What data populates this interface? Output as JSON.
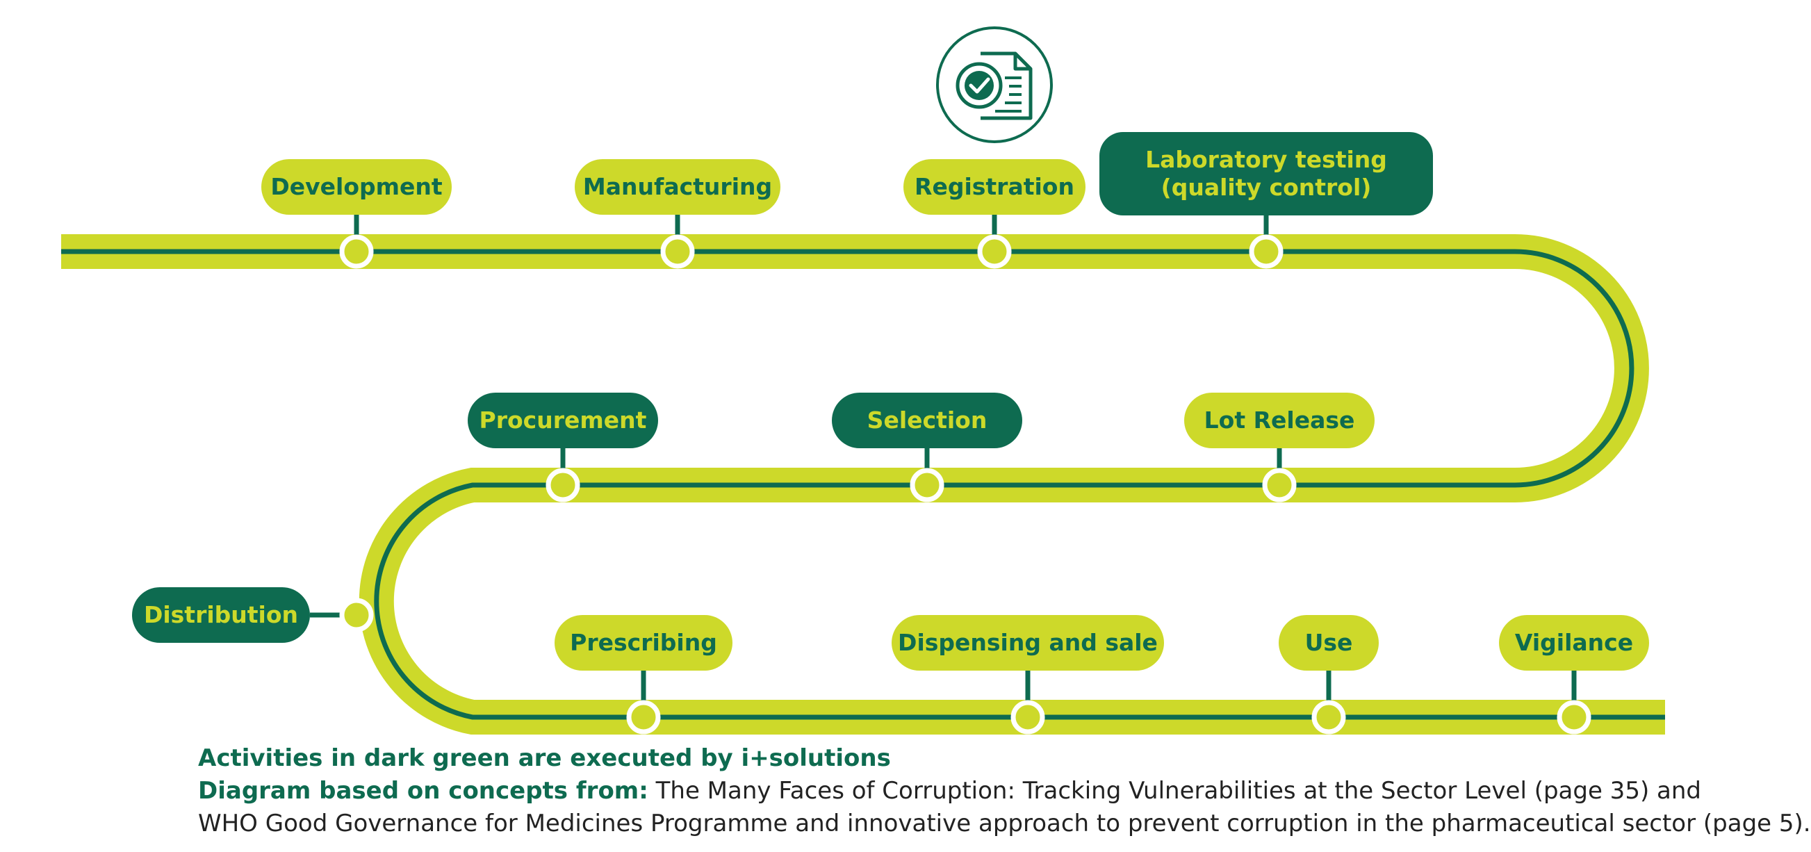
{
  "colors": {
    "dark_green": "#0e6b50",
    "lime": "#cdd92a",
    "white": "#ffffff"
  },
  "icon": {
    "name": "document-check-icon"
  },
  "stages": [
    {
      "id": "development",
      "label": "Development",
      "executed_by_isolutions": false
    },
    {
      "id": "manufacturing",
      "label": "Manufacturing",
      "executed_by_isolutions": false
    },
    {
      "id": "registration",
      "label": "Registration",
      "executed_by_isolutions": false
    },
    {
      "id": "laboratory-testing",
      "label": "Laboratory testing (quality control)",
      "lines": [
        "Laboratory testing",
        "(quality control)"
      ],
      "executed_by_isolutions": true
    },
    {
      "id": "lot-release",
      "label": "Lot Release",
      "executed_by_isolutions": false
    },
    {
      "id": "selection",
      "label": "Selection",
      "executed_by_isolutions": true
    },
    {
      "id": "procurement",
      "label": "Procurement",
      "executed_by_isolutions": true
    },
    {
      "id": "distribution",
      "label": "Distribution",
      "executed_by_isolutions": true
    },
    {
      "id": "prescribing",
      "label": "Prescribing",
      "executed_by_isolutions": false
    },
    {
      "id": "dispensing-and-sale",
      "label": "Dispensing and sale",
      "executed_by_isolutions": false
    },
    {
      "id": "use",
      "label": "Use",
      "executed_by_isolutions": false
    },
    {
      "id": "vigilance",
      "label": "Vigilance",
      "executed_by_isolutions": false
    }
  ],
  "notes": {
    "legend": "Activities in dark green are executed by i+solutions",
    "source_label": "Diagram based on concepts from:",
    "source_line1": " The Many Faces of Corruption: Tracking Vulnerabilities at the Sector Level (page 35) and",
    "source_line2": "WHO Good Governance for Medicines Programme and innovative approach to prevent corruption in the pharmaceutical sector (page 5)."
  }
}
